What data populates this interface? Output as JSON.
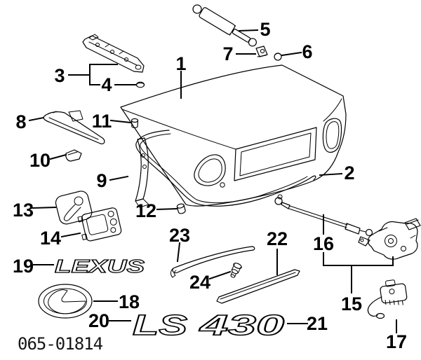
{
  "figure": {
    "code": "065-01814",
    "callouts": [
      "1",
      "2",
      "3",
      "4",
      "5",
      "6",
      "7",
      "8",
      "9",
      "10",
      "11",
      "12",
      "13",
      "14",
      "15",
      "16",
      "17",
      "18",
      "19",
      "20",
      "21",
      "22",
      "23",
      "24"
    ],
    "badges": {
      "wordmark": "LEXUS",
      "model_prefix": "LS",
      "model_suffix": "430"
    }
  }
}
